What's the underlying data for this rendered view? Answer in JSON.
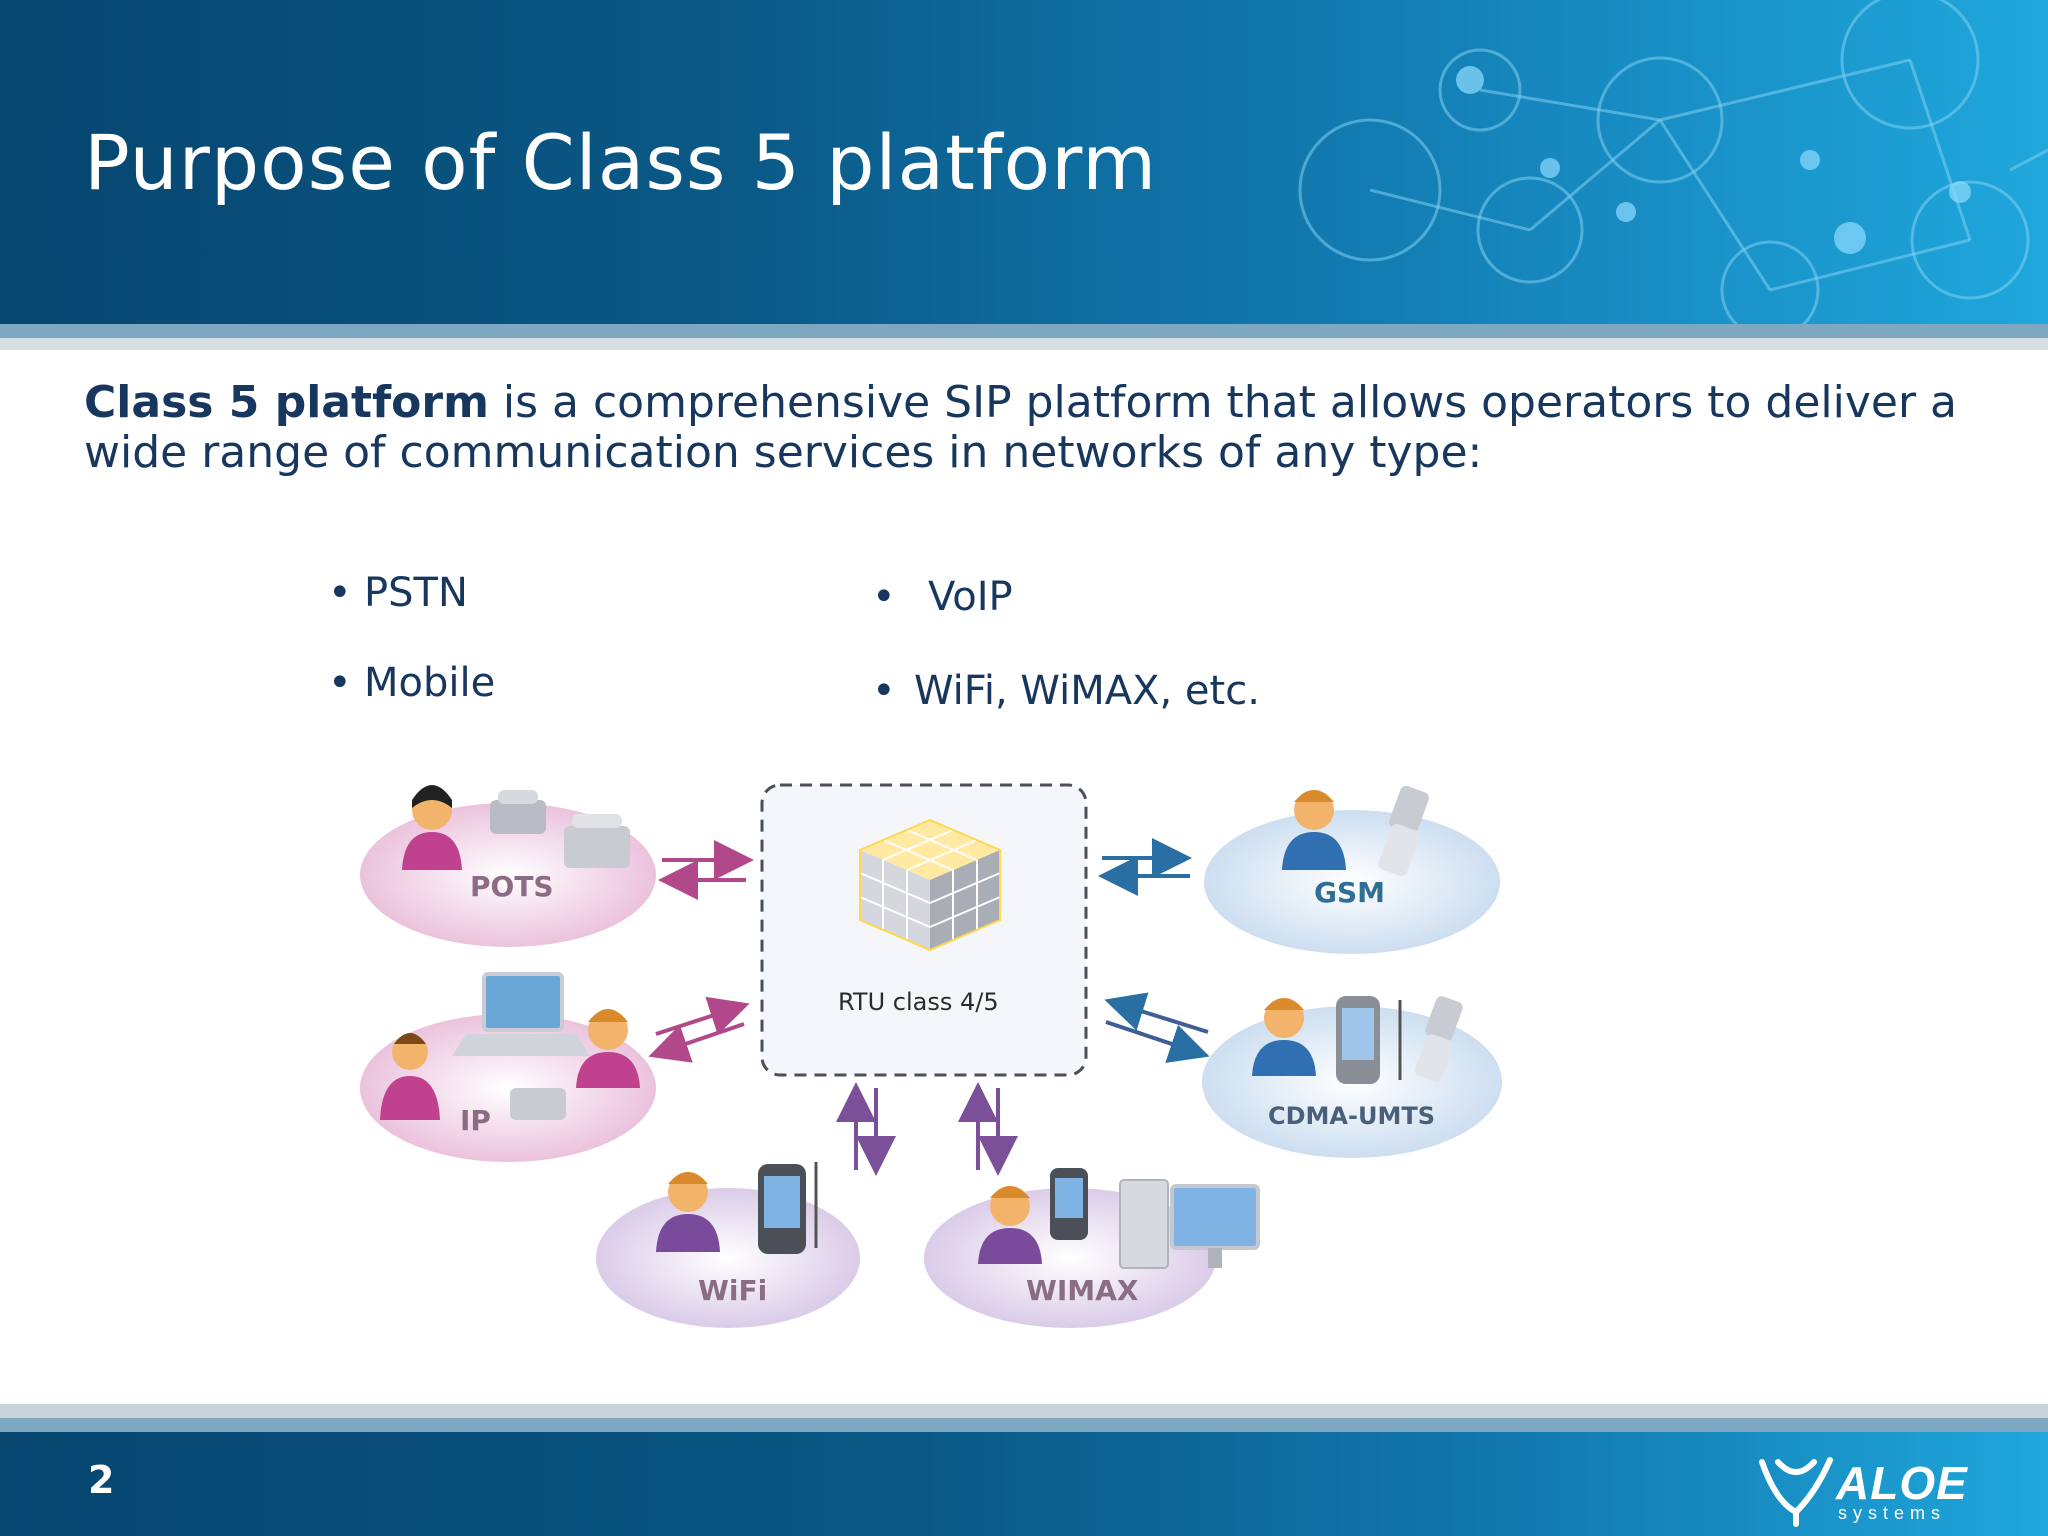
{
  "slide": {
    "title": "Purpose of Class 5 platform",
    "intro_bold": "Class 5 platform",
    "intro_rest": " is a comprehensive SIP platform that allows operators to deliver a wide range of communication services in networks of any type:",
    "page_number": "2"
  },
  "bullets": {
    "left": [
      "PSTN",
      "Mobile"
    ],
    "right": [
      "VoIP",
      "WiFi, WiMAX, etc."
    ],
    "marker": "•"
  },
  "diagram": {
    "center_label": "RTU class 4/5",
    "nodes": {
      "pots": "POTS",
      "ip": "IP",
      "wifi": "WiFi",
      "wimax": "WIMAX",
      "gsm": "GSM",
      "cdma": "CDMA-UMTS"
    },
    "colors": {
      "pink": "#e9bcd9",
      "lavender": "#d7c6e6",
      "blue": "#c7dbef",
      "arrow_pink": "#b1488a",
      "arrow_purple": "#7c4f99",
      "arrow_blue": "#2a6fa4"
    }
  },
  "logo": {
    "name": "ALOE",
    "sub": "systems"
  },
  "colors": {
    "header_dark": "#06466f",
    "header_light": "#1fa7dc",
    "text_navy": "#17375e"
  }
}
